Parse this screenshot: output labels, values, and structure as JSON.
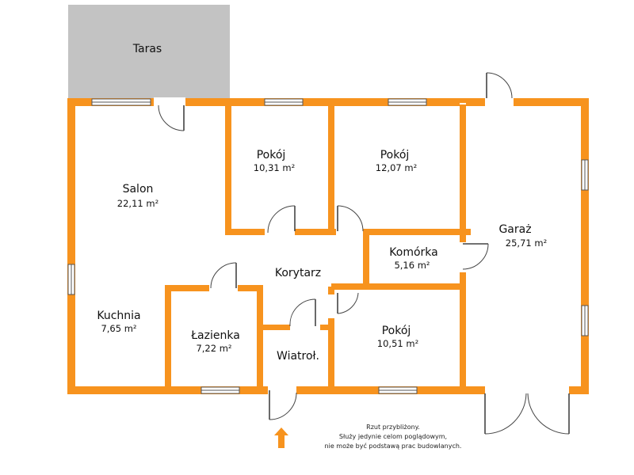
{
  "plan": {
    "terrace": {
      "name": "Taras"
    },
    "rooms": [
      {
        "id": "salon",
        "name": "Salon",
        "area": "22,11 m²"
      },
      {
        "id": "kuchnia",
        "name": "Kuchnia",
        "area": "7,65 m²"
      },
      {
        "id": "pokoj-1",
        "name": "Pokój",
        "area": "10,31 m²"
      },
      {
        "id": "pokoj-2",
        "name": "Pokój",
        "area": "12,07 m²"
      },
      {
        "id": "komorka",
        "name": "Komórka",
        "area": "5,16 m²"
      },
      {
        "id": "garaz",
        "name": "Garaż",
        "area": "25,71 m²"
      },
      {
        "id": "korytarz",
        "name": "Korytarz",
        "area": ""
      },
      {
        "id": "lazienka",
        "name": "Łazienka",
        "area": "7,22 m²"
      },
      {
        "id": "wiatrol",
        "name": "Wiatroł.",
        "area": ""
      },
      {
        "id": "pokoj-3",
        "name": "Pokój",
        "area": "10,51 m²"
      }
    ],
    "note": [
      "Rzut przybliżony.",
      "Służy jedynie celom poglądowym,",
      "nie może być podstawą prac budowlanych."
    ],
    "colors": {
      "wall": "#f7931e",
      "terrace": "#c3c3c3",
      "arrow": "#f7931e"
    }
  }
}
